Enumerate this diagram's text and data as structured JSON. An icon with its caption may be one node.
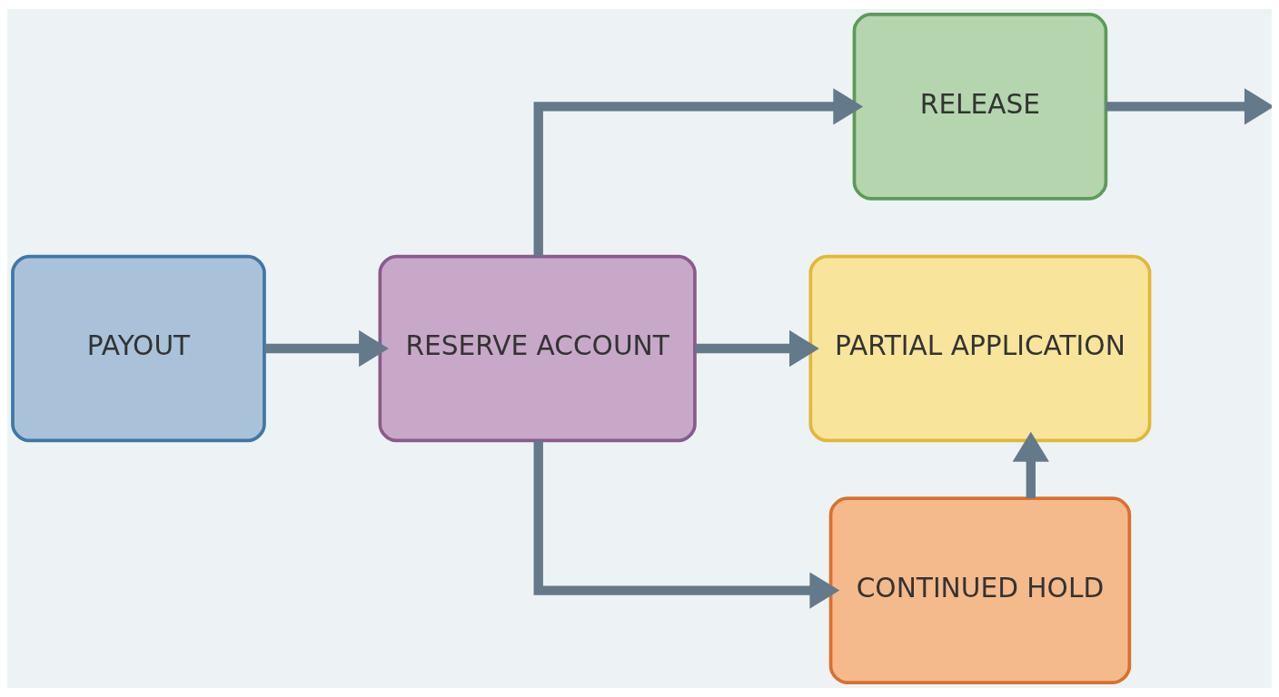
{
  "diagram": {
    "nodes": [
      {
        "text": [
          "PAYOUT"
        ]
      },
      {
        "text": [
          "RESERVE ACCOUNT"
        ]
      },
      {
        "text": [
          "RELEASE"
        ]
      },
      {
        "text": [
          "PARTIAL APPLICATION"
        ]
      },
      {
        "text": [
          "CONTINUED HOLD"
        ]
      }
    ],
    "edges": [
      {
        "from": 0,
        "to": 1,
        "arrow": "to"
      },
      {
        "from": 1,
        "to": 2,
        "arrow": "to"
      },
      {
        "from": 1,
        "to": 3,
        "arrow": "to"
      },
      {
        "from": 1,
        "to": 4,
        "arrow": "to"
      },
      {
        "from": 4,
        "to": 3,
        "arrow": "to"
      },
      {
        "from": 2,
        "to": null,
        "arrow": "to"
      }
    ]
  }
}
